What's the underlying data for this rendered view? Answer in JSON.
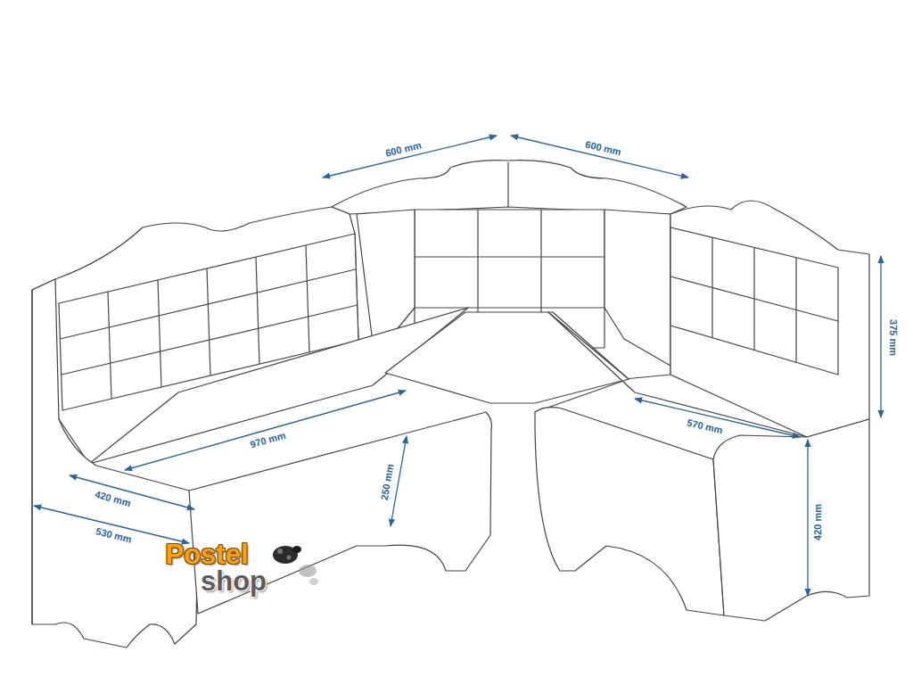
{
  "diagram": {
    "labels": [
      "600 mm",
      "600 mm",
      "375 mm",
      "970 mm",
      "570 mm",
      "420 mm",
      "530 mm",
      "250 mm",
      "420 mm",
      "Postel",
      "shop"
    ]
  }
}
